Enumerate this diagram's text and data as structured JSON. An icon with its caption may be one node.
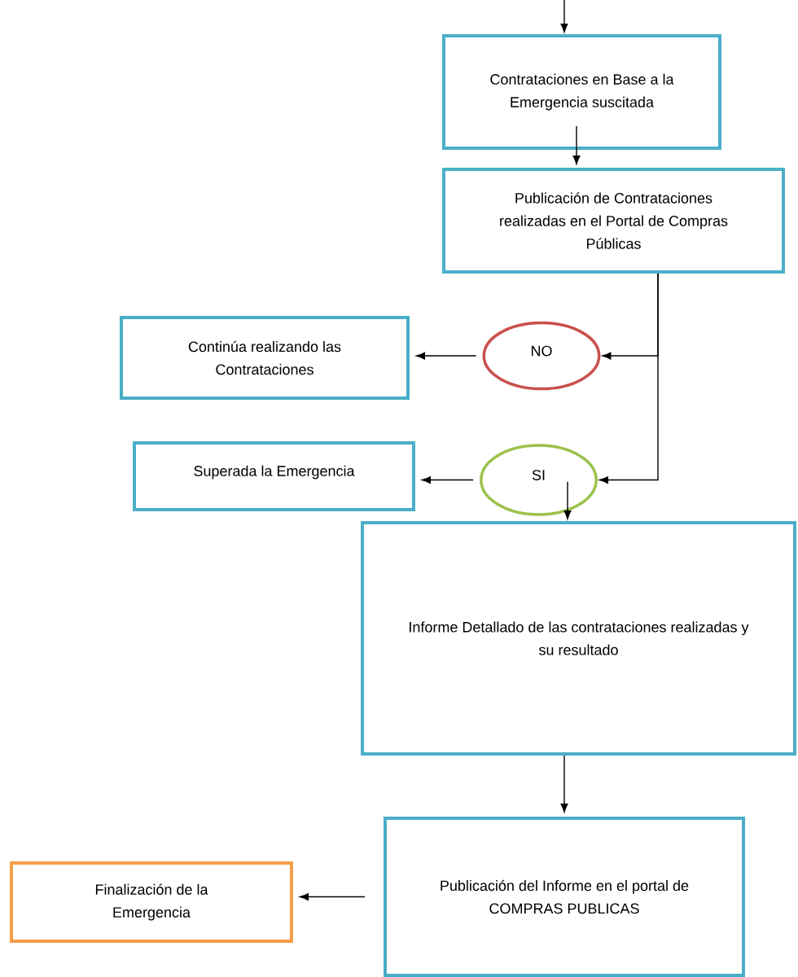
{
  "diagram": {
    "nodes": [
      {
        "text": [
          "Contrataciones en Base a la Emergencia suscitada"
        ]
      },
      {
        "text": [
          "Publicación de Contrataciones realizadas en el Portal de Compras Públicas"
        ]
      },
      {
        "text": [
          "Continúa realizando las Contrataciones"
        ]
      },
      {
        "text": [
          "NO"
        ]
      },
      {
        "text": [
          "Superada la Emergencia"
        ]
      },
      {
        "text": [
          "SI"
        ]
      },
      {
        "text": [
          "Informe Detallado de las contrataciones realizadas y su resultado"
        ]
      },
      {
        "text": [
          "Publicación del Informe en el portal de COMPRAS PUBLICAS"
        ]
      },
      {
        "text": [
          "Finalización de la Emergencia"
        ]
      }
    ],
    "edges": [
      {
        "from": null,
        "to": 0,
        "arrow": "to"
      },
      {
        "from": 0,
        "to": 1,
        "arrow": "to"
      },
      {
        "from": 1,
        "to": 3,
        "arrow": "to"
      },
      {
        "from": 1,
        "to": 5,
        "arrow": "to"
      },
      {
        "from": 3,
        "to": 2,
        "arrow": "to"
      },
      {
        "from": 5,
        "to": 4,
        "arrow": "to"
      },
      {
        "from": 5,
        "to": 6,
        "arrow": "to"
      },
      {
        "from": 6,
        "to": 7,
        "arrow": "to"
      },
      {
        "from": 7,
        "to": 8,
        "arrow": "to"
      }
    ]
  }
}
